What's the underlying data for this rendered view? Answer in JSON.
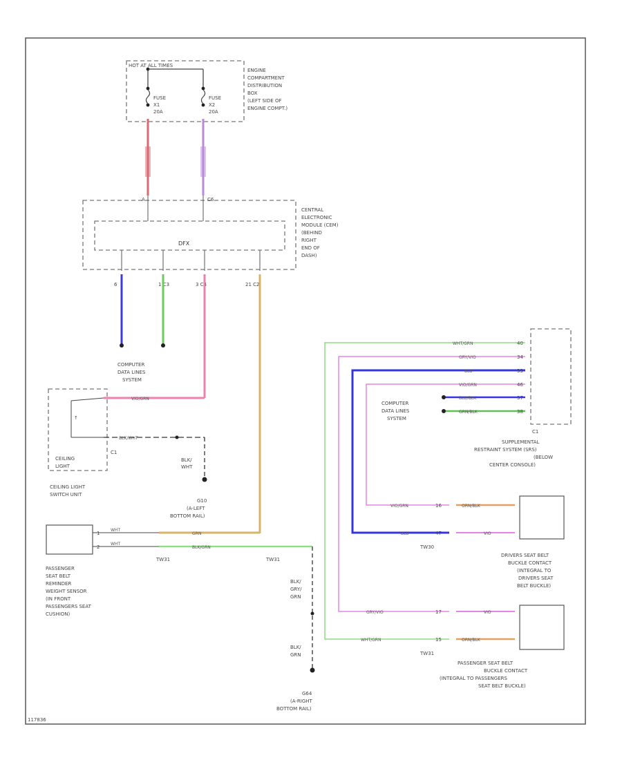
{
  "colors": {
    "red": "#d86a74",
    "violet": "#b98ad6",
    "blue": "#3b3bd9",
    "green": "#6ccc5b",
    "pink": "#ef7fae",
    "magenta": "#e783e6",
    "tan": "#d9b36a",
    "lightgreen": "#8ede84",
    "darkblue": "#3434e0",
    "black": "#222222"
  },
  "fuse_box": {
    "header": "HOT AT ALL TIMES",
    "title_lines": [
      "ENGINE",
      "COMPARTMENT",
      "DISTRIBUTION",
      "BOX",
      "(LEFT SIDE OF",
      "ENGINE COMPT.)"
    ],
    "fuse1": [
      "FUSE",
      "X1",
      "20A"
    ],
    "fuse2": [
      "FUSE",
      "X2",
      "20A"
    ]
  },
  "cem": {
    "title_lines": [
      "CENTRAL",
      "ELECTRONIC",
      "MODULE (CEM)",
      "(BEHIND",
      "RIGHT",
      "END OF",
      "DASH)"
    ],
    "inner": "DFX",
    "pin_top_left": "A",
    "pin_top_right": "C6",
    "pins_bottom": [
      "6",
      "1  C3",
      "3  C4",
      "21  C2"
    ]
  },
  "cdl_left": {
    "lines": [
      "COMPUTER",
      "DATA LINES",
      "SYSTEM"
    ]
  },
  "ceiling_light": {
    "box_label": [
      "CEILING",
      "LIGHT"
    ],
    "unit_label": [
      "CEILING LIGHT",
      "SWITCH UNIT"
    ],
    "connector": "C1",
    "wire_top": "VIO/GRN",
    "wire_bottom": "BLK/WHT",
    "ground_wire": [
      "BLK/",
      "WHT"
    ],
    "ground_label": [
      "G10",
      "(A-LEFT",
      "BOTTOM RAIL)"
    ]
  },
  "passenger_sensor": {
    "lines": [
      "PASSENGER",
      "SEAT BELT",
      "REMINDER",
      "WEIGHT SENSOR",
      "(IN FRONT",
      "PASSENGERS SEAT",
      "CUSHION)"
    ],
    "pin1": "1",
    "pin2": "2",
    "wire1": "WHT",
    "wire2": "WHT",
    "conn_a": "TW31",
    "conn_b": "TW31",
    "w_grn": "GRN",
    "w_blk_grn": "BLK/GRN",
    "ground_wire1": [
      "BLK/",
      "GRY/",
      "GRN"
    ],
    "ground_wire2": [
      "BLK/",
      "GRN"
    ],
    "ground_label": [
      "G64",
      "(A-RIGHT",
      "BOTTOM RAIL)"
    ]
  },
  "srs": {
    "lines": [
      "SUPPLEMENTAL",
      "RESTRAINT SYSTEM (SRS)",
      "(BELOW",
      "CENTER CONSOLE)"
    ],
    "connector": "C1",
    "pins": [
      "40",
      "34",
      "33",
      "46",
      "37",
      "38"
    ],
    "wires": [
      "WHT/GRN",
      "GRY/VIO",
      "BLU",
      "VIO/GRN",
      "BLU/BLK",
      "GRN/BLK"
    ],
    "cdl_lines": [
      "COMPUTER",
      "DATA LINES",
      "SYSTEM"
    ]
  },
  "driver_buckle": {
    "lines": [
      "DRIVERS SEAT BELT",
      "BUCKLE CONTACT",
      "(INTEGRAL TO",
      "DRIVERS SEAT",
      "BELT BUCKLE)"
    ],
    "connector": "TW30",
    "w1": "VIO/GRN",
    "w2": "ORN/BLK",
    "w3": "BLU",
    "w4": "VIO",
    "pin_a": "16",
    "pin_b": "47"
  },
  "passenger_buckle": {
    "lines": [
      "PASSENGER SEAT BELT",
      "BUCKLE CONTACT",
      "(INTEGRAL TO PASSENGERS",
      "SEAT BELT BUCKLE)"
    ],
    "connector": "TW31",
    "w1": "GRY/VIO",
    "w2": "VIO",
    "w3": "WHT/GRN",
    "w4": "ORN/BLK",
    "pin_a": "17",
    "pin_b": "15"
  },
  "diagram_id": "117836"
}
